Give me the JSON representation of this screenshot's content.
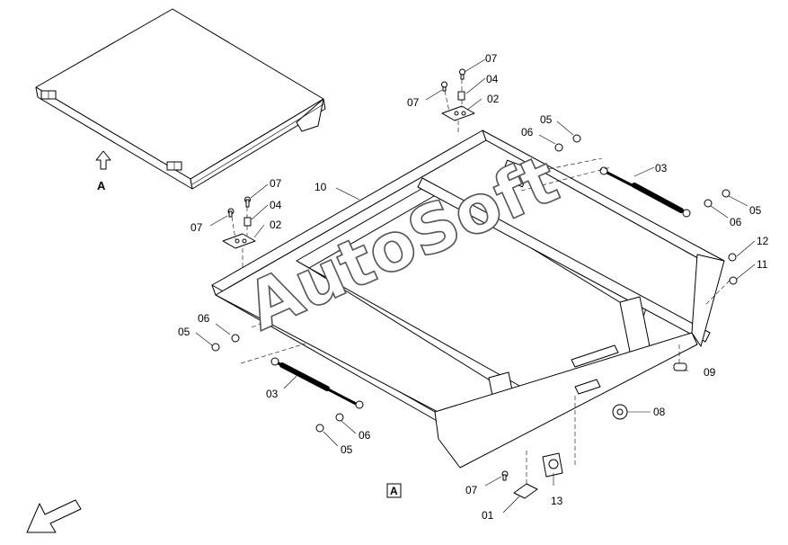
{
  "diagram": {
    "view_label": "A",
    "view_ref_box": "A",
    "watermark": "AutoSoft",
    "callouts": {
      "c01": "01",
      "c02a": "02",
      "c02b": "02",
      "c03a": "03",
      "c03b": "03",
      "c04a": "04",
      "c04b": "04",
      "c05a": "05",
      "c05b": "05",
      "c05c": "05",
      "c05d": "05",
      "c06a": "06",
      "c06b": "06",
      "c06c": "06",
      "c06d": "06",
      "c07a": "07",
      "c07b": "07",
      "c07c": "07",
      "c07d": "07",
      "c07e": "07",
      "c08": "08",
      "c09": "09",
      "c10": "10",
      "c11": "11",
      "c12": "12",
      "c13": "13"
    }
  }
}
